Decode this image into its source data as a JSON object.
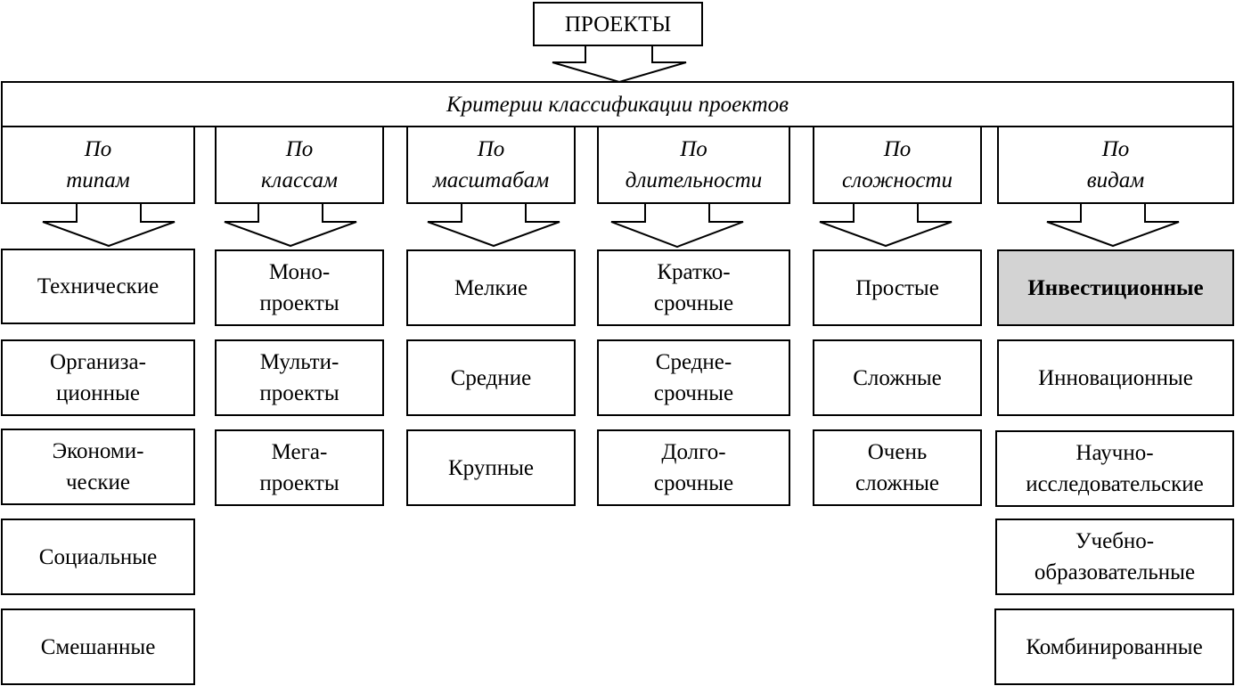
{
  "root": {
    "label": "ПРОЕКТЫ"
  },
  "criteria": {
    "label": "Критерии классификации проектов"
  },
  "categories": [
    {
      "line1": "По",
      "line2": "типам",
      "items": [
        {
          "line1": "Технические",
          "line2": ""
        },
        {
          "line1": "Организа-",
          "line2": "ционные"
        },
        {
          "line1": "Экономи-",
          "line2": "ческие"
        },
        {
          "line1": "Социальные",
          "line2": ""
        },
        {
          "line1": "Смешанные",
          "line2": ""
        }
      ]
    },
    {
      "line1": "По",
      "line2": "классам",
      "items": [
        {
          "line1": "Моно-",
          "line2": "проекты"
        },
        {
          "line1": "Мульти-",
          "line2": "проекты"
        },
        {
          "line1": "Мега-",
          "line2": "проекты"
        }
      ]
    },
    {
      "line1": "По",
      "line2": "масштабам",
      "items": [
        {
          "line1": "Мелкие",
          "line2": ""
        },
        {
          "line1": "Средние",
          "line2": ""
        },
        {
          "line1": "Крупные",
          "line2": ""
        }
      ]
    },
    {
      "line1": "По",
      "line2": "длительности",
      "items": [
        {
          "line1": "Кратко-",
          "line2": "срочные"
        },
        {
          "line1": "Средне-",
          "line2": "срочные"
        },
        {
          "line1": "Долго-",
          "line2": "срочные"
        }
      ]
    },
    {
      "line1": "По",
      "line2": "сложности",
      "items": [
        {
          "line1": "Простые",
          "line2": ""
        },
        {
          "line1": "Сложные",
          "line2": ""
        },
        {
          "line1": "Очень",
          "line2": "сложные"
        }
      ]
    },
    {
      "line1": "По",
      "line2": "видам",
      "items": [
        {
          "line1": "Инвестиционные",
          "line2": "",
          "highlight": true
        },
        {
          "line1": "Инновационные",
          "line2": ""
        },
        {
          "line1": "Научно-",
          "line2": "исследовательские"
        },
        {
          "line1": "Учебно-",
          "line2": "образовательные"
        },
        {
          "line1": "Комбинированные",
          "line2": ""
        }
      ]
    }
  ],
  "colors": {
    "highlight_fill": "#d3d3d3",
    "border": "#000000"
  }
}
